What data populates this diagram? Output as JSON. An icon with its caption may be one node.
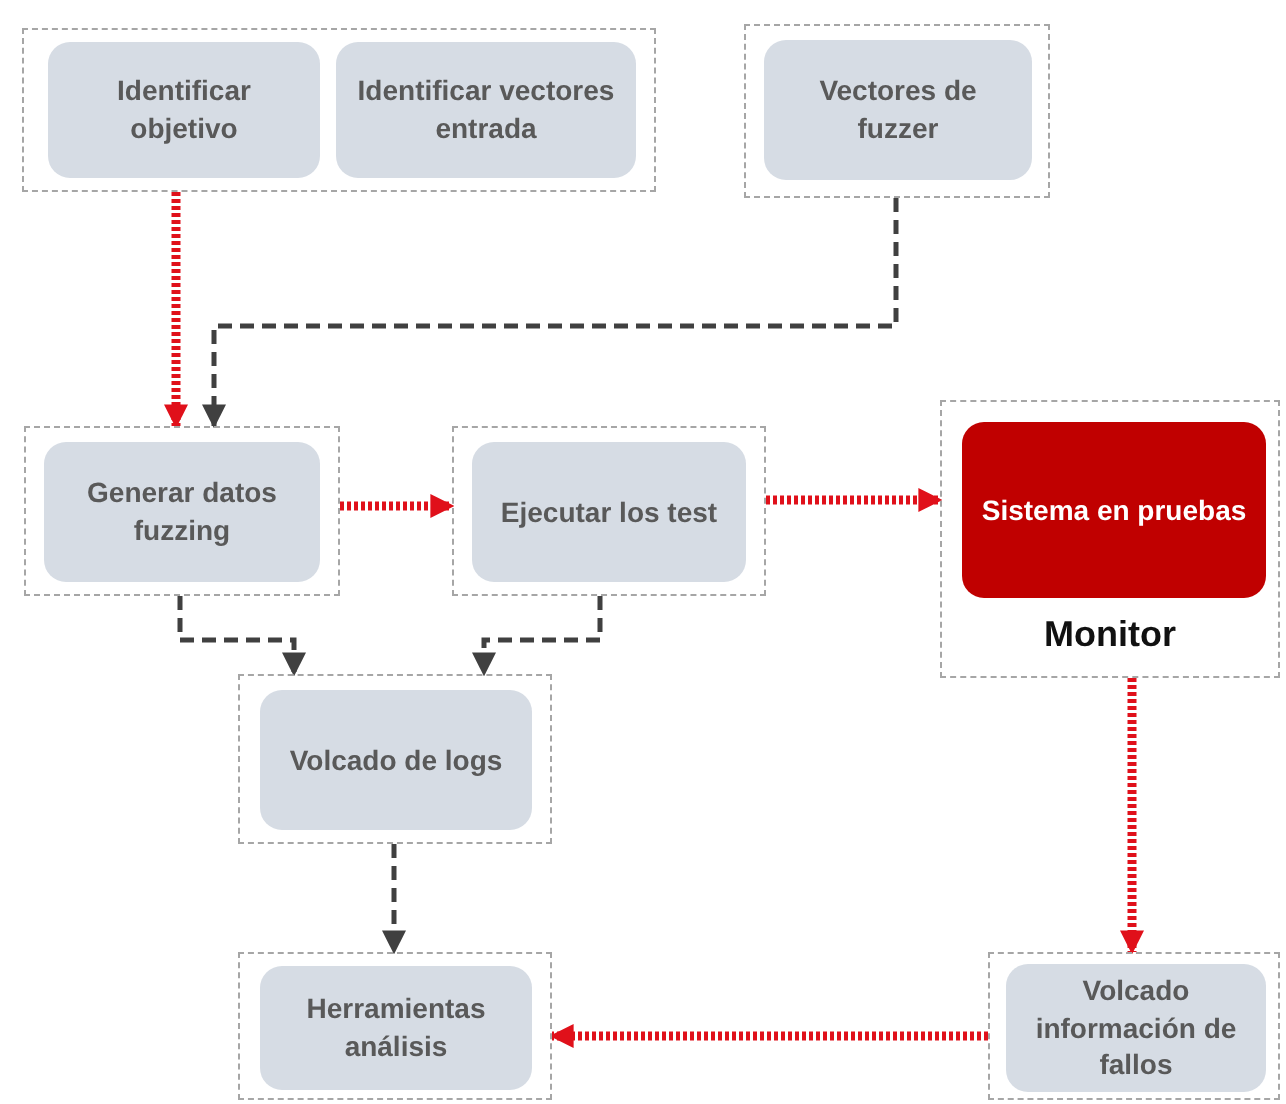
{
  "diagram": {
    "nodes": [
      {
        "text": [],
        "shape": "box"
      },
      {
        "text": [
          "Identificar objetivo"
        ],
        "in": 0
      },
      {
        "text": [
          "Identificar vectores entrada"
        ],
        "in": 0
      },
      {
        "text": [],
        "shape": "box"
      },
      {
        "text": [
          "Vectores de fuzzer"
        ],
        "in": 3
      },
      {
        "text": [],
        "shape": "box"
      },
      {
        "text": [
          "Generar datos fuzzing"
        ],
        "in": 5
      },
      {
        "text": [],
        "shape": "box"
      },
      {
        "text": [
          "Ejecutar los test"
        ],
        "in": 7
      },
      {
        "text": [
          "Monitor"
        ]
      },
      {
        "text": [
          "Sistema en pruebas"
        ],
        "in": 9
      },
      {
        "text": [],
        "shape": "box"
      },
      {
        "text": [
          "Volcado de logs"
        ],
        "in": 11
      },
      {
        "text": [],
        "shape": "box"
      },
      {
        "text": [
          "Herramientas análisis"
        ],
        "in": 13
      },
      {
        "text": [],
        "shape": "box"
      },
      {
        "text": [
          "Volcado información de fallos"
        ],
        "in": 15
      }
    ],
    "edges": [
      {
        "from": 0,
        "to": 5,
        "arrow": "to"
      },
      {
        "from": 3,
        "to": 5,
        "arrow": "to",
        "style": "dashed",
        "color": "#404040"
      },
      {
        "from": 5,
        "to": 7,
        "arrow": "to"
      },
      {
        "from": 7,
        "to": 9,
        "arrow": "to"
      },
      {
        "from": 5,
        "to": 11,
        "arrow": "to",
        "style": "dashed",
        "color": "#404040"
      },
      {
        "from": 7,
        "to": 11,
        "arrow": "to",
        "style": "dashed",
        "color": "#404040"
      },
      {
        "from": 11,
        "to": 13,
        "arrow": "to",
        "style": "dashed",
        "color": "#404040"
      },
      {
        "from": 9,
        "to": 15,
        "arrow": "to"
      },
      {
        "from": 15,
        "to": 13,
        "arrow": "to"
      }
    ]
  }
}
